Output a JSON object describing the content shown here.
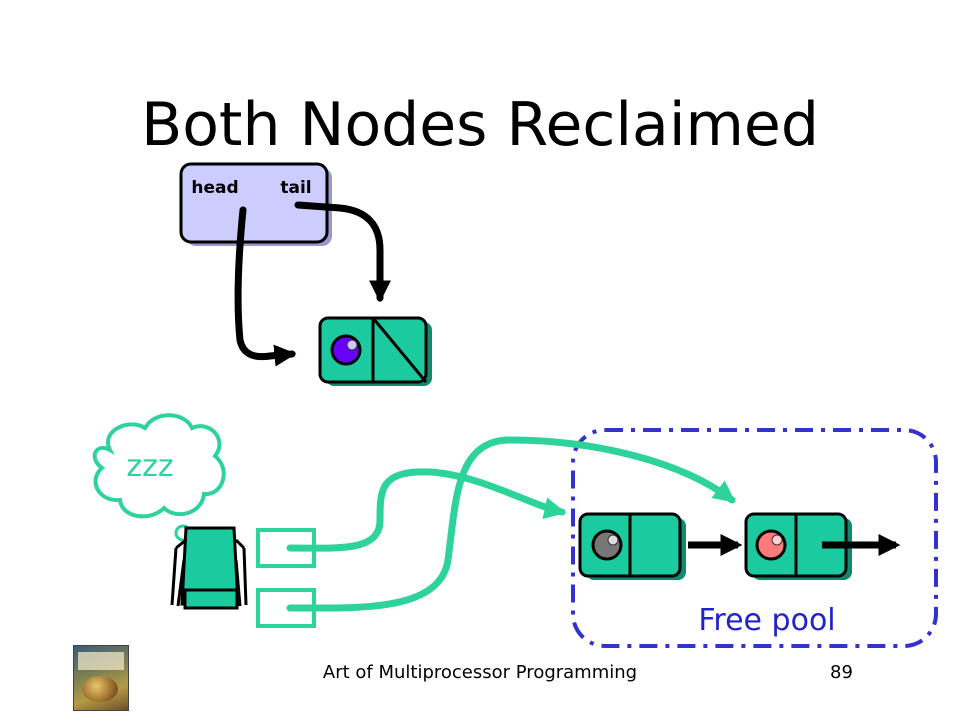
{
  "slide": {
    "title": "Both Nodes Reclaimed",
    "footer": "Art of Multiprocessor Programming",
    "page_number": "89"
  },
  "queue": {
    "head_label": "head",
    "tail_label": "tail"
  },
  "thread": {
    "sleep_text": "zzz"
  },
  "free_pool": {
    "label": "Free pool"
  },
  "colors": {
    "node_fill": "#1ccaa0",
    "queue_box_fill": "#ccccff",
    "pool_border": "#3333cc",
    "pool_label": "#2222cc",
    "pointer_teal": "#2ed39a",
    "purple_dot": "#6600ff",
    "gray_dot": "#777777",
    "pink_dot": "#ff7b7b"
  }
}
